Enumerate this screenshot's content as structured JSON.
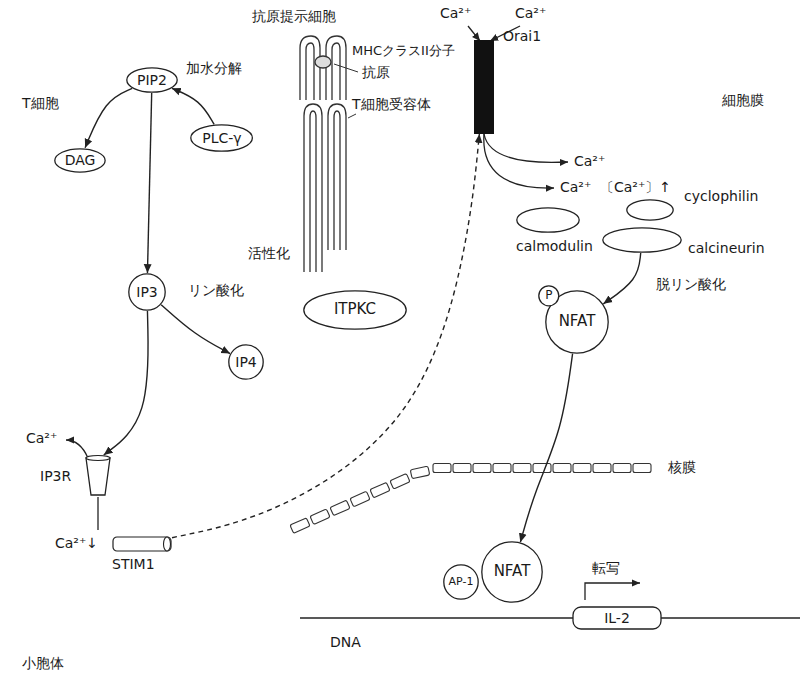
{
  "diagram": {
    "nodes": [
      {
        "text": [
          "PIP2"
        ]
      },
      {
        "text": [
          "PLC-γ"
        ]
      },
      {
        "text": [
          "DAG"
        ]
      },
      {
        "text": [
          "IP3"
        ]
      },
      {
        "text": [
          "ITPKC"
        ]
      },
      {
        "text": [
          "IP4"
        ]
      },
      {
        "text": [
          "IP3R"
        ]
      },
      {
        "text": [
          "STIM1"
        ]
      },
      {
        "text": [
          "Orai1"
        ]
      },
      {
        "text": [
          "cyclophilin"
        ]
      },
      {
        "text": [
          "calmodulin"
        ]
      },
      {
        "text": [
          "calcineurin"
        ]
      },
      {
        "text": [
          "P"
        ]
      },
      {
        "text": [
          "NFAT"
        ]
      },
      {
        "text": [
          "AP-1"
        ]
      },
      {
        "text": [
          "NFAT"
        ]
      },
      {
        "text": [
          "IL-2"
        ]
      }
    ],
    "edges": [
      {
        "from": 0,
        "to": 2,
        "arrow": "to"
      },
      {
        "from": 0,
        "to": 3,
        "arrow": "to"
      },
      {
        "from": 1,
        "to": 0,
        "arrow": "to"
      },
      {
        "from": 3,
        "to": 5,
        "arrow": "to"
      },
      {
        "from": 3,
        "to": 6,
        "arrow": "to"
      },
      {
        "from": 7,
        "to": 8,
        "arrow": "to"
      },
      {
        "from": 11,
        "to": 13,
        "label": "脱リン酸化",
        "arrow": "to"
      },
      {
        "from": 13,
        "to": 15,
        "arrow": "to"
      }
    ],
    "labels": [
      "抗原提示細胞",
      "MHCクラスII分子",
      "抗原",
      "T細胞受容体",
      "T細胞",
      "加水分解",
      "Ca²⁺",
      "Ca²⁺",
      "細胞膜",
      "Ca²⁺",
      "Ca²⁺",
      "〔Ca²⁺〕↑",
      "活性化",
      "リン酸化",
      "Ca²⁺",
      "核膜",
      "転写",
      "Ca²⁺↓",
      "DNA",
      "小胞体"
    ]
  }
}
